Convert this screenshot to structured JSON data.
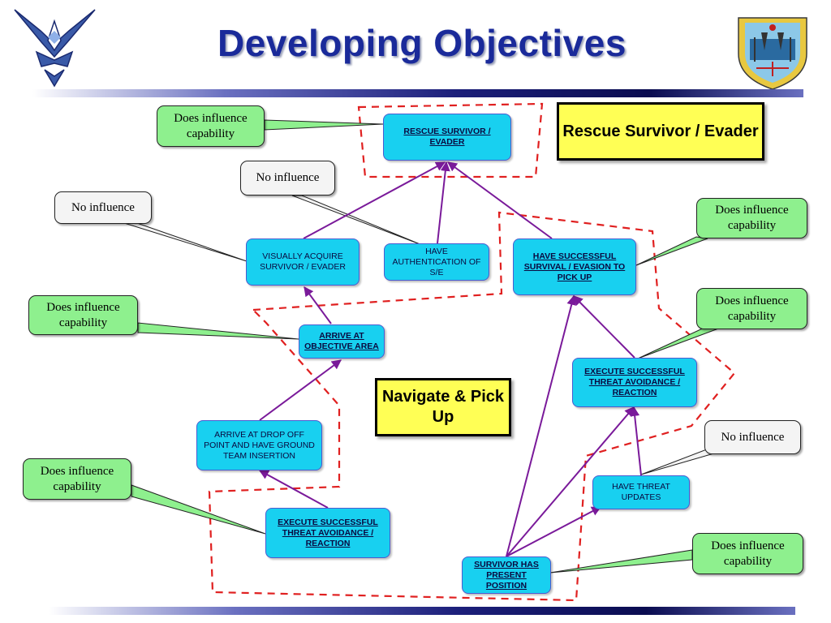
{
  "slide": {
    "title": "Developing Objectives"
  },
  "nodes": {
    "rescue_survivor": "RESCUE SURVIVOR / EVADER",
    "visually_acquire": "VISUALLY ACQUIRE SURVIVOR / EVADER",
    "have_authentication": "HAVE AUTHENTICATION OF S/E",
    "have_successful_survival": "HAVE SUCCESSFUL SURVIVAL / EVASION TO PICK UP",
    "arrive_objective": "ARRIVE AT OBJECTIVE AREA",
    "arrive_drop_off": "ARRIVE AT DROP OFF POINT AND HAVE GROUND TEAM INSERTION",
    "execute_left": "EXECUTE SUCCESSFUL THREAT AVOIDANCE / REACTION",
    "execute_right": "EXECUTE SUCCESSFUL THREAT AVOIDANCE / REACTION",
    "have_threat_updates": "HAVE THREAT UPDATES",
    "survivor_position": "SURVIVOR HAS PRESENT POSITION"
  },
  "notes": {
    "n1": "Does influence capability",
    "n2": "No influence",
    "n3": "No influence",
    "n4": "Does influence capability",
    "n5": "Does influence capability",
    "n6": "Does influence capability",
    "n7": "No influence",
    "n8": "Does influence capability",
    "n9": "Does influence capability"
  },
  "labels": {
    "rescue": "Rescue Survivor / Evader",
    "navigate": "Navigate & Pick Up"
  },
  "colors": {
    "node_fill": "#18d0f0",
    "influence_fill": "#8ef08e",
    "no_influence_fill": "#f4f4f4",
    "label_fill": "#ffff55",
    "arrow": "#7a1a9a",
    "dashed_region": "#e02020",
    "title": "#1a2a9a"
  }
}
